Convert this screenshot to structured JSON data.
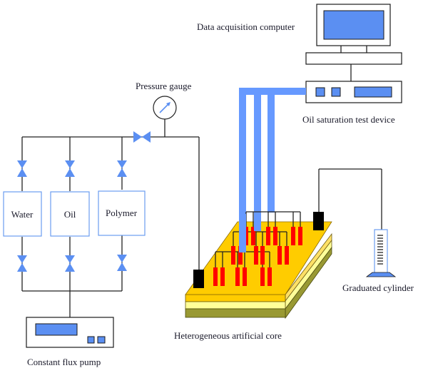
{
  "diagram": {
    "labels": {
      "computer": "Data acquisition computer",
      "test_device": "Oil saturation test device",
      "pressure_gauge": "Pressure gauge",
      "pump": "Constant flux pump",
      "core": "Heterogeneous artificial core",
      "cylinder": "Graduated cylinder"
    },
    "tanks": [
      {
        "label": "Water"
      },
      {
        "label": "Oil"
      },
      {
        "label": "Polymer"
      }
    ],
    "colors": {
      "accent_blue": "#5b8ff2",
      "core_top": "#ffcc00",
      "core_middle": "#ffff99",
      "core_bottom": "#999933",
      "probe_red": "#ff0000",
      "port_black": "#000000"
    }
  }
}
